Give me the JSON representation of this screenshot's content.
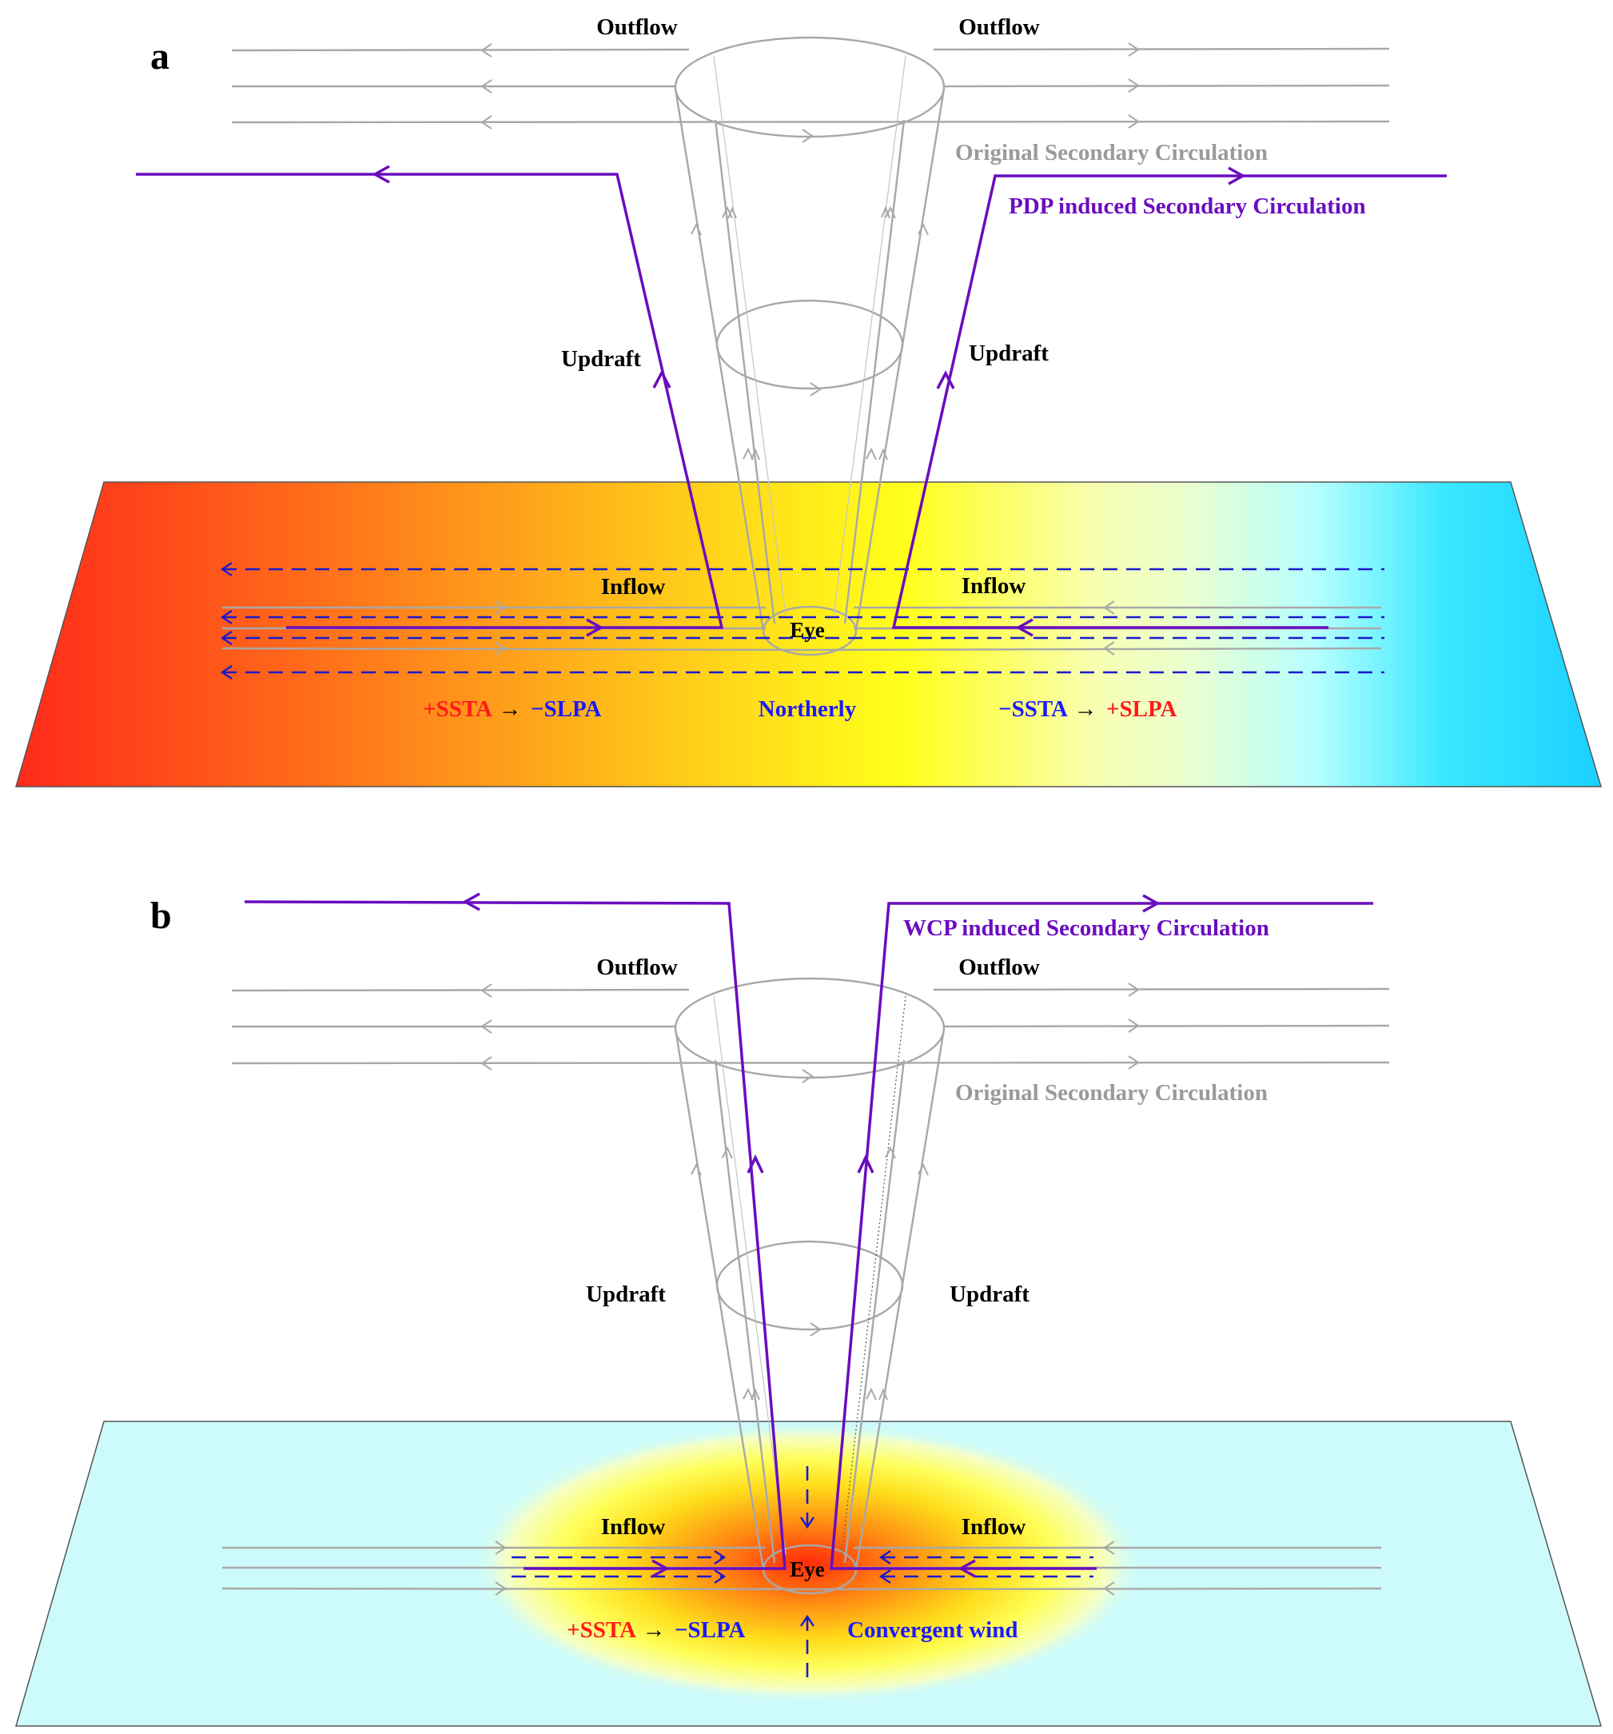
{
  "panels": [
    {
      "letter": "a",
      "labels": {
        "outflow_left": "Outflow",
        "outflow_right": "Outflow",
        "original_circulation": "Original Secondary Circulation",
        "induced_circulation": "PDP induced Secondary Circulation",
        "updraft_left": "Updraft",
        "updraft_right": "Updraft",
        "inflow_left": "Inflow",
        "inflow_right": "Inflow",
        "eye": "Eye",
        "left_ssta": "+SSTA",
        "left_arrow": "→",
        "left_slpa": "−SLPA",
        "wind": "Northerly",
        "right_ssta": "−SSTA",
        "right_arrow": "→",
        "right_slpa": "+SLPA"
      }
    },
    {
      "letter": "b",
      "labels": {
        "outflow_left": "Outflow",
        "outflow_right": "Outflow",
        "original_circulation": "Original Secondary Circulation",
        "induced_circulation": "WCP induced Secondary Circulation",
        "updraft_left": "Updraft",
        "updraft_right": "Updraft",
        "inflow_left": "Inflow",
        "inflow_right": "Inflow",
        "eye": "Eye",
        "left_ssta": "+SSTA",
        "left_arrow": "→",
        "left_slpa": "−SLPA",
        "wind": "Convergent wind"
      }
    }
  ],
  "colors": {
    "warm": "#ff2a1a",
    "neutral": "#ffff1a",
    "cool": "#1ad0ff",
    "pale_cyan": "#cdfbfb",
    "induced": "#6a0dbf",
    "original": "#a8a8a8",
    "anomaly_wind": "#1a1acc"
  }
}
